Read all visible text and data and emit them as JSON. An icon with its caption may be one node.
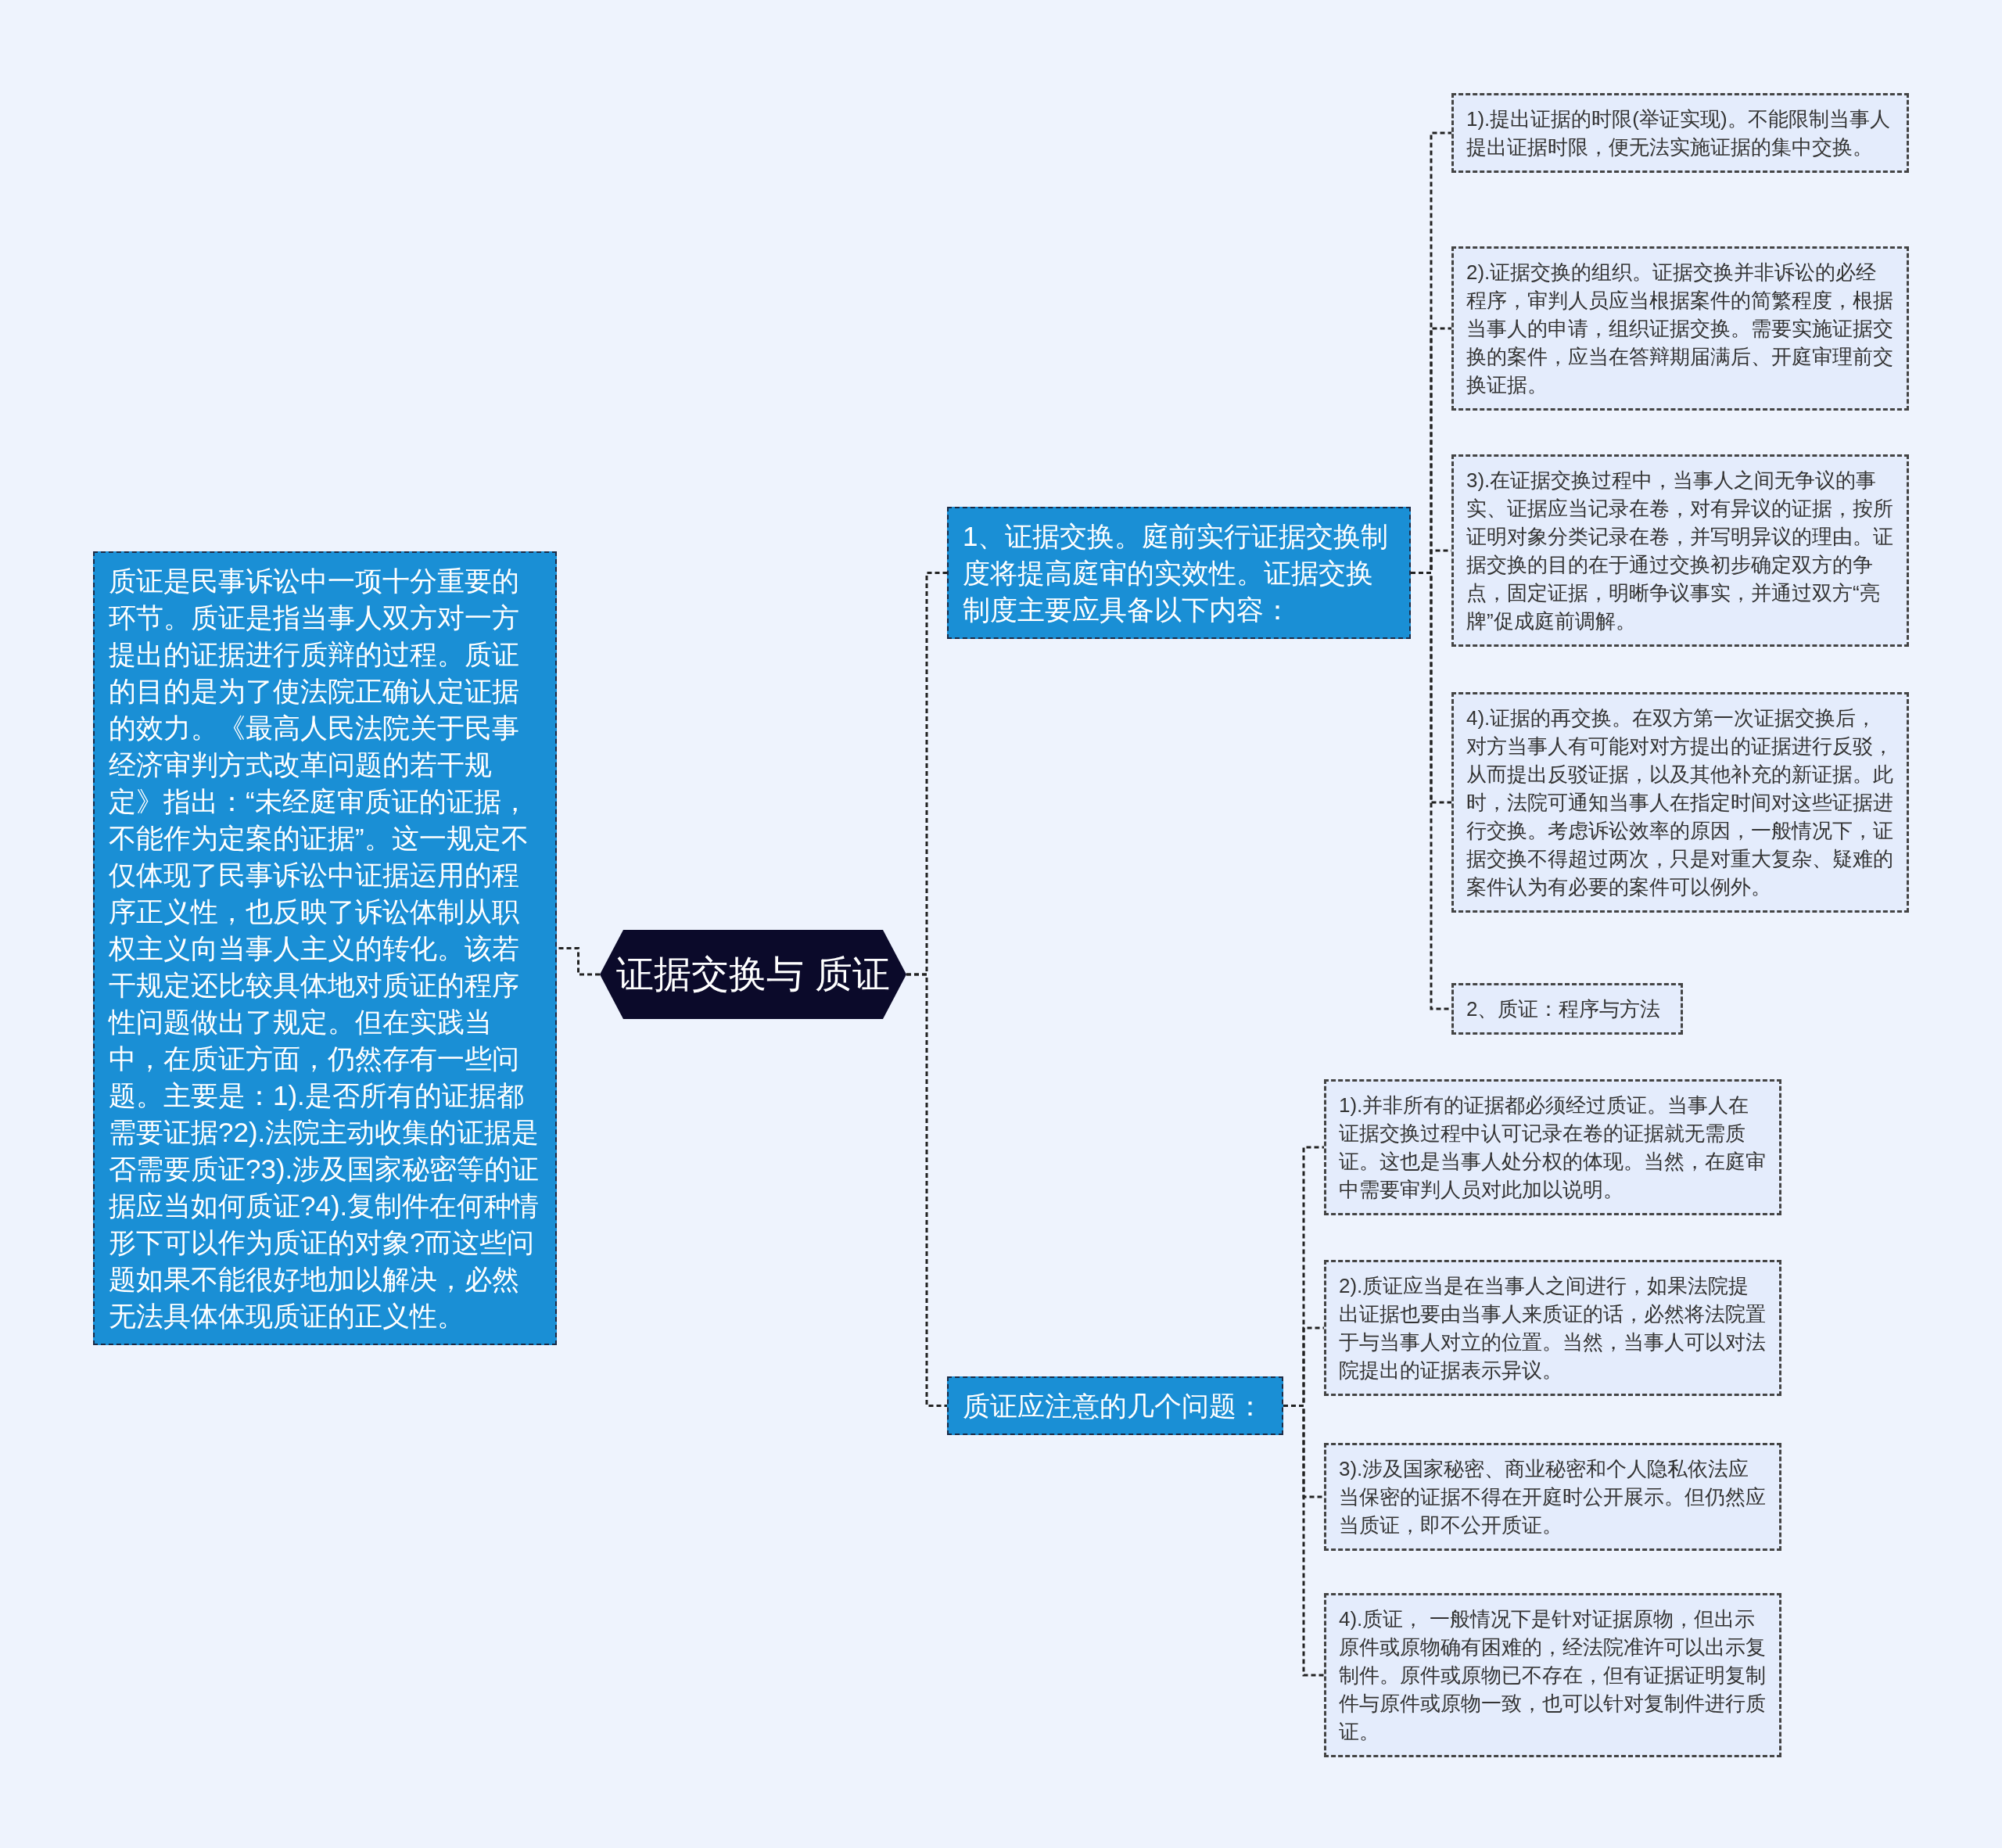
{
  "diagram": {
    "nodes": [
      {
        "text": [
          "证据交换与 质证"
        ]
      },
      {
        "text": [
          "质证是民事诉讼中一项十分重要的环节。质证是指当事人双方对一方提出的证据进行质辩的过程。质证的目的是为了使法院正确认定证据的效力。《最高人民法院关于民事经济审判方式改革问题的若干规定》指出：“未经庭审质证的证据，不能作为定案的证据”。这一规定不仅体现了民事诉讼中证据运用的程序正义性，也反映了诉讼体制从职权主义向当事人主义的转化。该若干规定还比较具体地对质证的程序性问题做出了规定。但在实践当中，在质证方面，仍然存有一些问题。主要是：1).是否所有的证据都需要证据?2).法院主动收集的证据是否需要质证?3).涉及国家秘密等的证据应当如何质证?4).复制件在何种情形下可以作为质证的对象?而这些问题如果不能很好地加以解决，必然无法具体体现质证的正义性。"
        ]
      },
      {
        "text": [
          "1、证据交换。庭前实行证据交换制度将提高庭审的实效性。证据交换制度主要应具备以下内容："
        ]
      },
      {
        "text": [
          "质证应注意的几个问题："
        ]
      },
      {
        "text": [
          "1).提出证据的时限(举证实现)。不能限制当事人提出证据时限，便无法实施证据的集中交换。"
        ]
      },
      {
        "text": [
          "2).证据交换的组织。证据交换并非诉讼的必经程序，审判人员应当根据案件的简繁程度，根据当事人的申请，组织证据交换。需要实施证据交换的案件，应当在答辩期届满后、开庭审理前交换证据。"
        ]
      },
      {
        "text": [
          "3).在证据交换过程中，当事人之间无争议的事实、证据应当记录在卷，对有异议的证据，按所证明对象分类记录在卷，并写明异议的理由。证据交换的目的在于通过交换初步确定双方的争点，固定证据，明晰争议事实，并通过双方“亮牌”促成庭前调解。"
        ]
      },
      {
        "text": [
          "4).证据的再交换。在双方第一次证据交换后，对方当事人有可能对对方提出的证据进行反驳，从而提出反驳证据，以及其他补充的新证据。此时，法院可通知当事人在指定时间对这些证据进行交换。考虑诉讼效率的原因，一般情况下，证据交换不得超过两次，只是对重大复杂、疑难的案件认为有必要的案件可以例外。"
        ]
      },
      {
        "text": [
          "2、质证：程序与方法"
        ]
      },
      {
        "text": [
          "1).并非所有的证据都必须经过质证。当事人在证据交换过程中认可记录在卷的证据就无需质证。这也是当事人处分权的体现。当然，在庭审中需要审判人员对此加以说明。"
        ]
      },
      {
        "text": [
          "2).质证应当是在当事人之间进行，如果法院提出证据也要由当事人来质证的话，必然将法院置于与当事人对立的位置。当然，当事人可以对法院提出的证据表示异议。"
        ]
      },
      {
        "text": [
          "3).涉及国家秘密、商业秘密和个人隐私依法应当保密的证据不得在开庭时公开展示。但仍然应当质证，即不公开质证。"
        ]
      },
      {
        "text": [
          "4).质证， 一般情况下是针对证据原物，但出示原件或原物确有困难的，经法院准许可以出示复制件。原件或原物已不存在，但有证据证明复制件与原件或原物一致，也可以针对复制件进行质证。"
        ]
      }
    ],
    "edges": [
      {
        "from": 0,
        "to": 1,
        "arrow": "none"
      },
      {
        "from": 0,
        "to": 2,
        "arrow": "none"
      },
      {
        "from": 0,
        "to": 3,
        "arrow": "none"
      },
      {
        "from": 2,
        "to": 4,
        "arrow": "none"
      },
      {
        "from": 2,
        "to": 5,
        "arrow": "none"
      },
      {
        "from": 2,
        "to": 6,
        "arrow": "none"
      },
      {
        "from": 2,
        "to": 7,
        "arrow": "none"
      },
      {
        "from": 2,
        "to": 8,
        "arrow": "none"
      },
      {
        "from": 3,
        "to": 9,
        "arrow": "none"
      },
      {
        "from": 3,
        "to": 10,
        "arrow": "none"
      },
      {
        "from": 3,
        "to": 11,
        "arrow": "none"
      },
      {
        "from": 3,
        "to": 12,
        "arrow": "none"
      }
    ]
  }
}
